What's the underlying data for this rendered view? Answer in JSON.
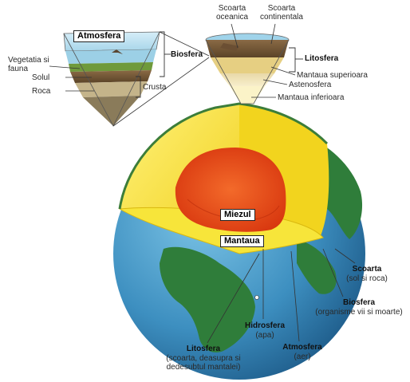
{
  "labels": {
    "atmosfera_box": "Atmosfera",
    "biosfera_top": "Biosfera",
    "vegetatia": "Vegetatia si\nfauna",
    "solul": "Solul",
    "roca": "Roca",
    "crusta": "Crusta",
    "scoarta_oceanica": "Scoarta\noceanica",
    "scoarta_continentala": "Scoarta\ncontinentala",
    "litosfera_top": "Litosfera",
    "mantaua_superioara": "Mantaua superioara",
    "astenosfera": "Astenosfera",
    "mantaua_inferioara": "Mantaua inferioara",
    "miezul": "Miezul",
    "mantaua": "Mantaua",
    "scoarta_title": "Scoarta",
    "scoarta_sub": "(sol si roca)",
    "biosfera_title": "Biosfera",
    "biosfera_sub": "(organisme vii si moarte)",
    "hidrosfera_title": "Hidrosfera",
    "hidrosfera_sub": "(apa)",
    "litosfera_title": "Litosfera",
    "litosfera_sub": "(scoarta, deasupra si\ndedesubtul mantalei)",
    "atmosfera_title": "Atmosfera",
    "atmosfera_sub": "(aer)"
  },
  "colors": {
    "ocean": "#3d8fc0",
    "land": "#2f7d3a",
    "mantle": "#f5e22a",
    "core": "#e84a1c",
    "sky": "#bfe3f3"
  }
}
